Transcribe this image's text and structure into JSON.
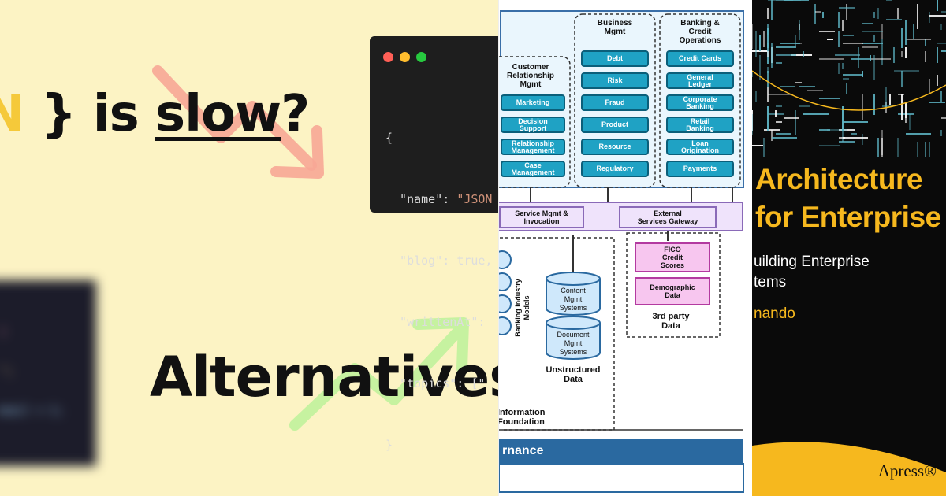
{
  "panel_json_blog": {
    "headline_prefix": "N",
    "headline_mid": " } is ",
    "headline_underlined": "slow",
    "headline_suffix": "?",
    "alternatives_text": "Alternatives",
    "code_lines": [
      {
        "text": "{"
      },
      {
        "key": "  \"name\": ",
        "val": "\"JSON"
      },
      {
        "key": "  \"blog\": ",
        "val": "true,"
      },
      {
        "key": "  \"writtenAt\": ",
        "val": ""
      },
      {
        "key": "  \"topics\": ",
        "val": "[\""
      },
      {
        "text": "}"
      }
    ],
    "blurred_code": [
      ")",
      "\";",
      "email = 1;"
    ],
    "colors": {
      "background": "#fcf3c4",
      "accent_yellow": "#f5c93a",
      "arrow_down": "#f7a796",
      "arrow_up": "#c6f2a0",
      "editor_bg": "#1e1e1e"
    }
  },
  "panel_architecture": {
    "top_groups": [
      {
        "title": "Customer\nRelationship\nMgmt",
        "items": [
          "Marketing",
          "Decision\nSupport",
          "Relationship\nManagement",
          "Case\nManagement"
        ]
      },
      {
        "title": "Business\nMgmt",
        "items": [
          "Debt",
          "Risk",
          "Fraud",
          "Product",
          "Resource",
          "Regulatory"
        ]
      },
      {
        "title": "Banking &\nCredit\nOperations",
        "items": [
          "Credit Cards",
          "General\nLedger",
          "Corporate\nBanking",
          "Retail\nBanking",
          "Loan\nOrigination",
          "Payments"
        ]
      }
    ],
    "service_bar": [
      "Service Mgmt &\nInvocation",
      "External\nServices Gateway"
    ],
    "vertical_label": "Banking Industry\nModels",
    "cylinders": [
      "Content\nMgmt\nSystems",
      "Document\nMgmt\nSystems"
    ],
    "unstructured_label": "Unstructured\nData",
    "third_party_boxes": [
      "FICO\nCredit\nScores",
      "Demographic\nData"
    ],
    "third_party_label": "3rd party\nData",
    "info_foundation_label": "Information\nFoundation",
    "governance_label": "rnance"
  },
  "panel_book": {
    "title_lines": [
      "Architecture",
      "for Enterprise"
    ],
    "subtitle_lines": [
      "uilding Enterprise",
      "tems"
    ],
    "author_fragment": "nando",
    "publisher": "Apress®",
    "colors": {
      "background": "#0a0a0a",
      "title": "#f6b81e",
      "band": "#f6b81e",
      "pattern": "#5fb8c8"
    }
  }
}
